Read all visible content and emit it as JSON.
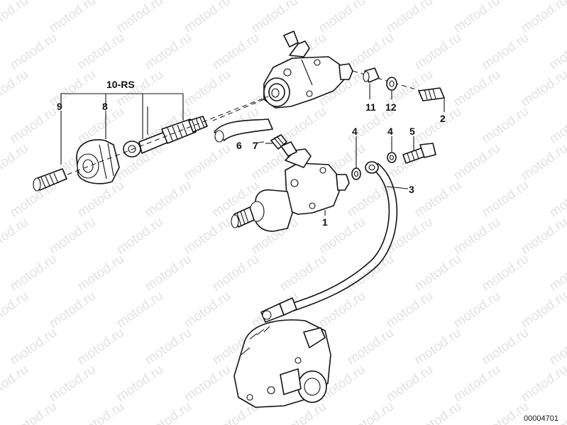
{
  "watermark": {
    "text": "motod.ru"
  },
  "diagram_code": "00004701",
  "callouts": {
    "c1": "1",
    "c2": "2",
    "c3": "3",
    "c4a": "4",
    "c4b": "4",
    "c5": "5",
    "c6": "6",
    "c7": "7",
    "c8": "8",
    "c9": "9",
    "c10": "10-RS",
    "c11": "11",
    "c12": "12"
  }
}
